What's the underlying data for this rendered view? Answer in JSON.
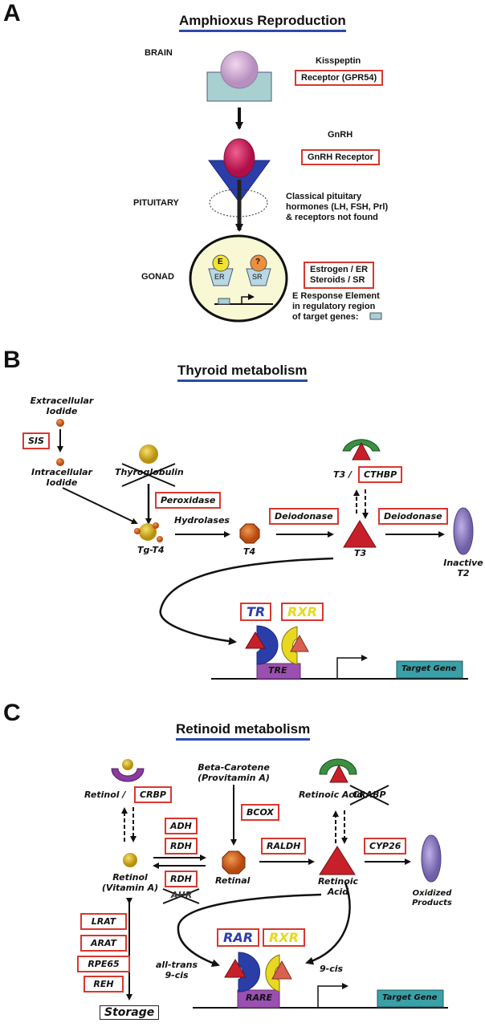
{
  "panel_a": {
    "letter": "A",
    "title": "Amphioxus Reproduction",
    "levels": {
      "brain": "BRAIN",
      "pituitary": "PITUITARY",
      "gonad": "GONAD"
    },
    "kisspeptin": "Kisspeptin",
    "kisspeptin_receptor": "Receptor (GPR54)",
    "gnrh": "GnRH",
    "gnrh_receptor": "GnRH Receptor",
    "pituitary_note": [
      "Classical pituitary",
      "hormones (LH, FSH, Prl)",
      "& receptors not found"
    ],
    "gonad_ligand_e": "E",
    "gonad_ligand_q": "?",
    "gonad_receptor_er": "ER",
    "gonad_receptor_sr": "SR",
    "steroid_box": [
      "Estrogen / ER",
      "Steroids / SR"
    ],
    "response_note": [
      "E Response Element",
      "in regulatory region",
      "of target genes:"
    ]
  },
  "panel_b": {
    "letter": "B",
    "title": "Thyroid metabolism",
    "extracellular": [
      "Extracellular",
      "Iodide"
    ],
    "sis": "SIS",
    "intracellular": [
      "Intracellular",
      "Iodide"
    ],
    "thyroglobulin": "Thyroglobulin",
    "peroxidase": "Peroxidase",
    "tg_t4": "Tg-T4",
    "hydrolases": "Hydrolases",
    "t4": "T4",
    "deiodonase_1": "Deiodonase",
    "deiodonase_2": "Deiodonase",
    "t3": "T3",
    "t3_binding": "T3 /",
    "cthbp": "CTHBP",
    "inactive": [
      "Inactive",
      "T2"
    ],
    "tr": "TR",
    "rxr": "RXR",
    "tre": "TRE",
    "target_gene": "Target Gene"
  },
  "panel_c": {
    "letter": "C",
    "title": "Retinoid metabolism",
    "retinol_crbp_label": "Retinol /",
    "crbp": "CRBP",
    "beta_carotene": [
      "Beta-Carotene",
      "(Provitamin A)"
    ],
    "bcox": "BCOX",
    "ra_binding_label": "Retinoic Acid /",
    "crabp_crossed": "CRABP",
    "adh": "ADH",
    "rdh_1": "RDH",
    "rdh_2": "RDH",
    "ahr_crossed": "AHR",
    "raldh": "RALDH",
    "cyp26": "CYP26",
    "retinol": [
      "Retinol",
      "(Vitamin A)"
    ],
    "retinal": "Retinal",
    "retinoic_acid": [
      "Retinoic",
      "Acid"
    ],
    "oxidized": [
      "Oxidized",
      "Products"
    ],
    "storage_enzymes": [
      "LRAT",
      "ARAT",
      "RPE65",
      "REH"
    ],
    "storage": "Storage",
    "all_trans": [
      "all-trans",
      "9-cis"
    ],
    "nine_cis": "9-cis",
    "rar": "RAR",
    "rxr": "RXR",
    "rare": "RARE",
    "target_gene": "Target Gene"
  },
  "colors": {
    "box_border": "#d9372f",
    "title_underline": "#2b4aa8",
    "receptor_blue": "#2b3ea8",
    "rxr_yellow": "#e8d820",
    "triangle_red": "#c8202a",
    "teal": "#3aa0a8",
    "purple": "#8a3aa0"
  }
}
